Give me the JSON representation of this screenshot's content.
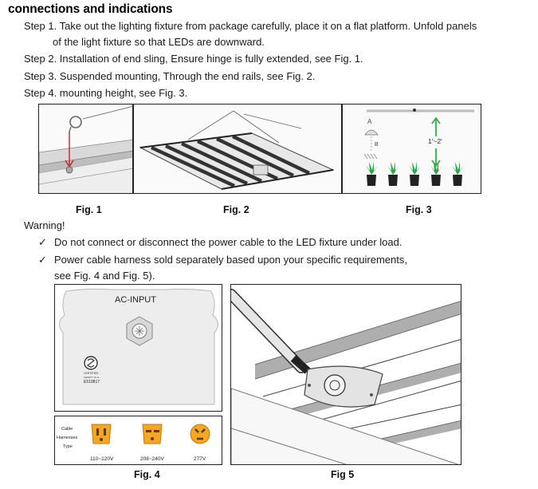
{
  "heading": "connections and indications",
  "steps": [
    "Step 1. Take out the lighting fixture from package carefully, place it on a flat platform. Unfold panels",
    "of the light fixture so that LEDs are downward.",
    "Step 2. Installation of end sling, Ensure hinge is fully extended, see Fig. 1.",
    "Step 3. Suspended mounting, Through the end rails, see Fig. 2.",
    "Step 4. mounting height, see Fig. 3."
  ],
  "figures_top": {
    "fig1_caption": "Fig. 1",
    "fig2_caption": "Fig. 2",
    "fig3_caption": "Fig. 3",
    "fig3_label_a": "A",
    "fig3_label_b": "B",
    "fig3_height": "1'~2'"
  },
  "warning": {
    "title": "Warning!",
    "items": [
      "Do not connect or disconnect the power cable to the LED fixture under load.",
      "Power cable harness sold separately based upon your specific requirements,",
      "see Fig. 4 and Fig. 5)."
    ],
    "check_glyph": "✓"
  },
  "fig4": {
    "ac_input": "AC-INPUT",
    "cert_label": "CERTIFIED",
    "cert_sub": "SAFETY UL & ...",
    "cert_code": "E519817",
    "harness_label_1": "Cable",
    "harness_label_2": "Harnesses",
    "harness_label_3": "Type",
    "plug_1": "110~120V",
    "plug_2": "208~240V",
    "plug_3": "277V",
    "caption": "Fig. 4"
  },
  "fig5": {
    "caption": "Fig 5"
  }
}
